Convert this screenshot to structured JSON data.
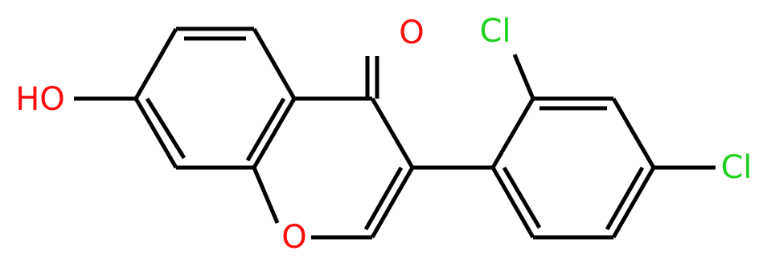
{
  "molecule": {
    "atoms": {
      "ketone_o": {
        "text": "O",
        "color": "#ff0d0d"
      },
      "hydroxyl": {
        "text": "HO",
        "color": "#ff0d0d"
      },
      "ring_o": {
        "text": "O",
        "color": "#ff0d0d"
      },
      "cl_ortho": {
        "text": "Cl",
        "color": "#1fd01f"
      },
      "cl_para": {
        "text": "Cl",
        "color": "#1fd01f"
      }
    },
    "bond_color": "#000000"
  }
}
